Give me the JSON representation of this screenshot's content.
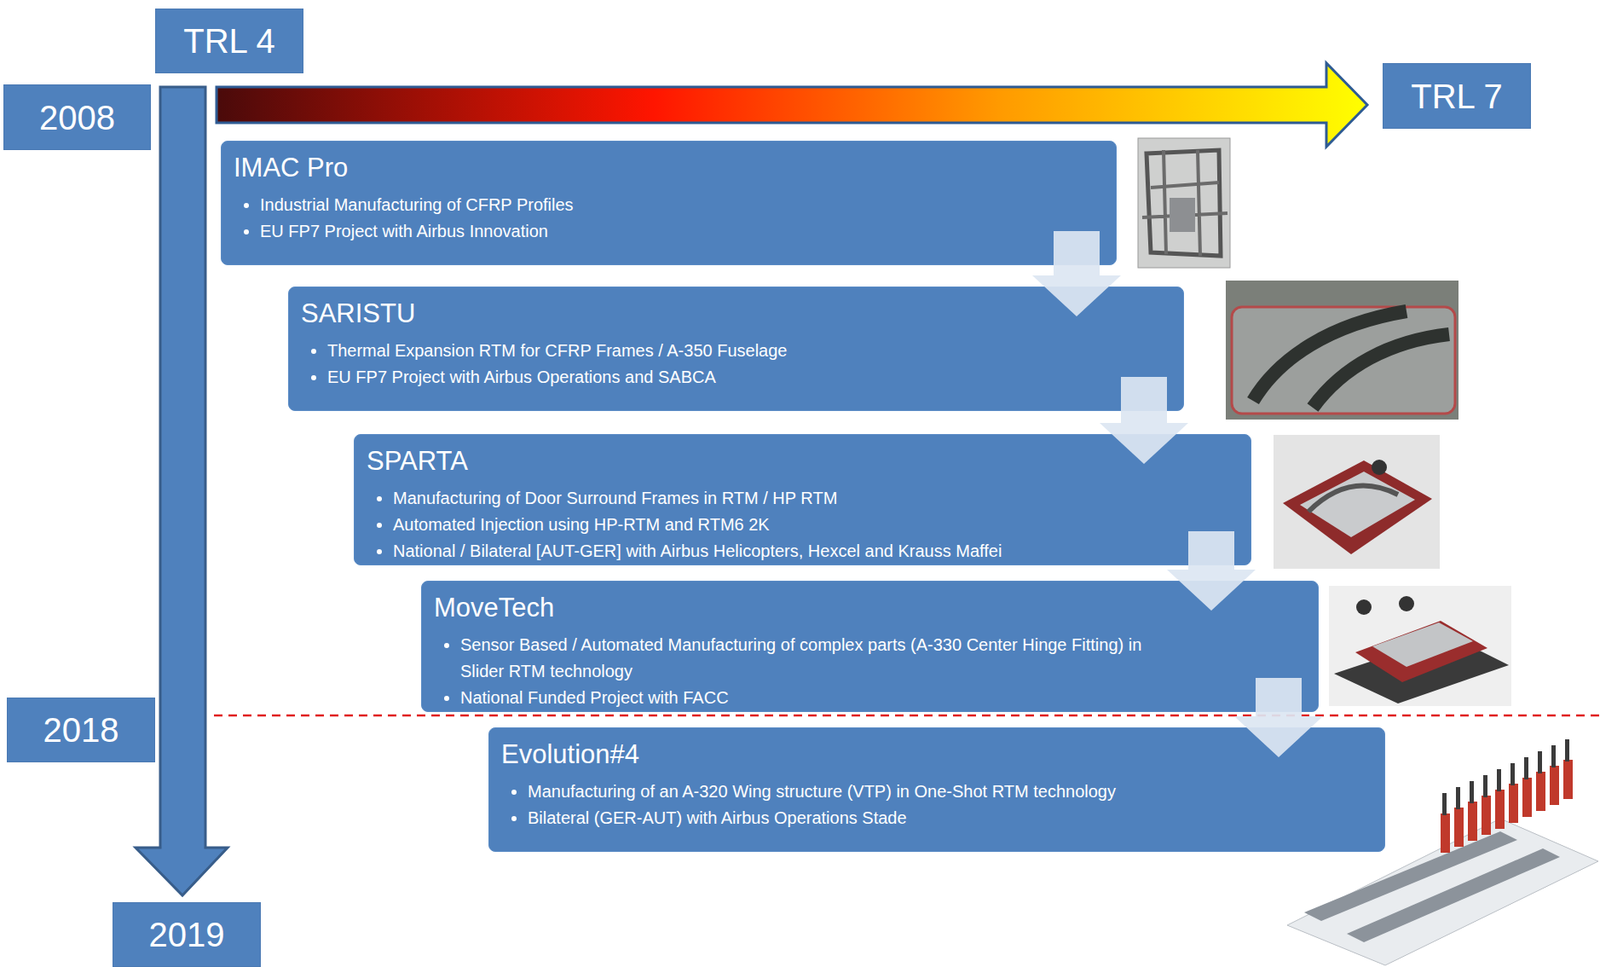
{
  "diagram": {
    "nodes": [
      {
        "text": [
          "TRL 4"
        ]
      },
      {
        "text": [
          "2008"
        ]
      },
      {
        "text": [
          "TRL 7"
        ]
      },
      {
        "text": [
          "IMAC Pro",
          "Industrial Manufacturing of CFRP Profiles",
          "EU FP7 Project with Airbus Innovation"
        ]
      },
      {
        "text": [
          "SARISTU",
          "Thermal Expansion RTM for CFRP Frames / A-350 Fuselage",
          "EU FP7 Project with Airbus Operations and SABCA"
        ]
      },
      {
        "text": [
          "SPARTA",
          "Manufacturing of Door Surround Frames in RTM / HP RTM",
          "Automated Injection using HP-RTM and RTM6 2K",
          "National / Bilateral [AUT-GER] with Airbus Helicopters, Hexcel and Krauss Maffei"
        ]
      },
      {
        "text": [
          "MoveTech",
          "Sensor Based / Automated Manufacturing of complex parts (A-330 Center Hinge Fitting) in Slider RTM technology",
          "National Funded Project with FACC"
        ]
      },
      {
        "text": [
          "2018"
        ]
      },
      {
        "text": [
          "Evolution#4",
          "Manufacturing of an A-320 Wing structure (VTP) in One-Shot RTM technology",
          "Bilateral (GER-AUT) with Airbus Operations Stade"
        ]
      },
      {
        "text": [
          "2019"
        ]
      }
    ],
    "edges": [
      {
        "from": 3,
        "to": 4,
        "arrow": "to"
      },
      {
        "from": 4,
        "to": 5,
        "arrow": "to"
      },
      {
        "from": 5,
        "to": 6,
        "arrow": "to"
      },
      {
        "from": 6,
        "to": 8,
        "arrow": "to"
      }
    ]
  }
}
